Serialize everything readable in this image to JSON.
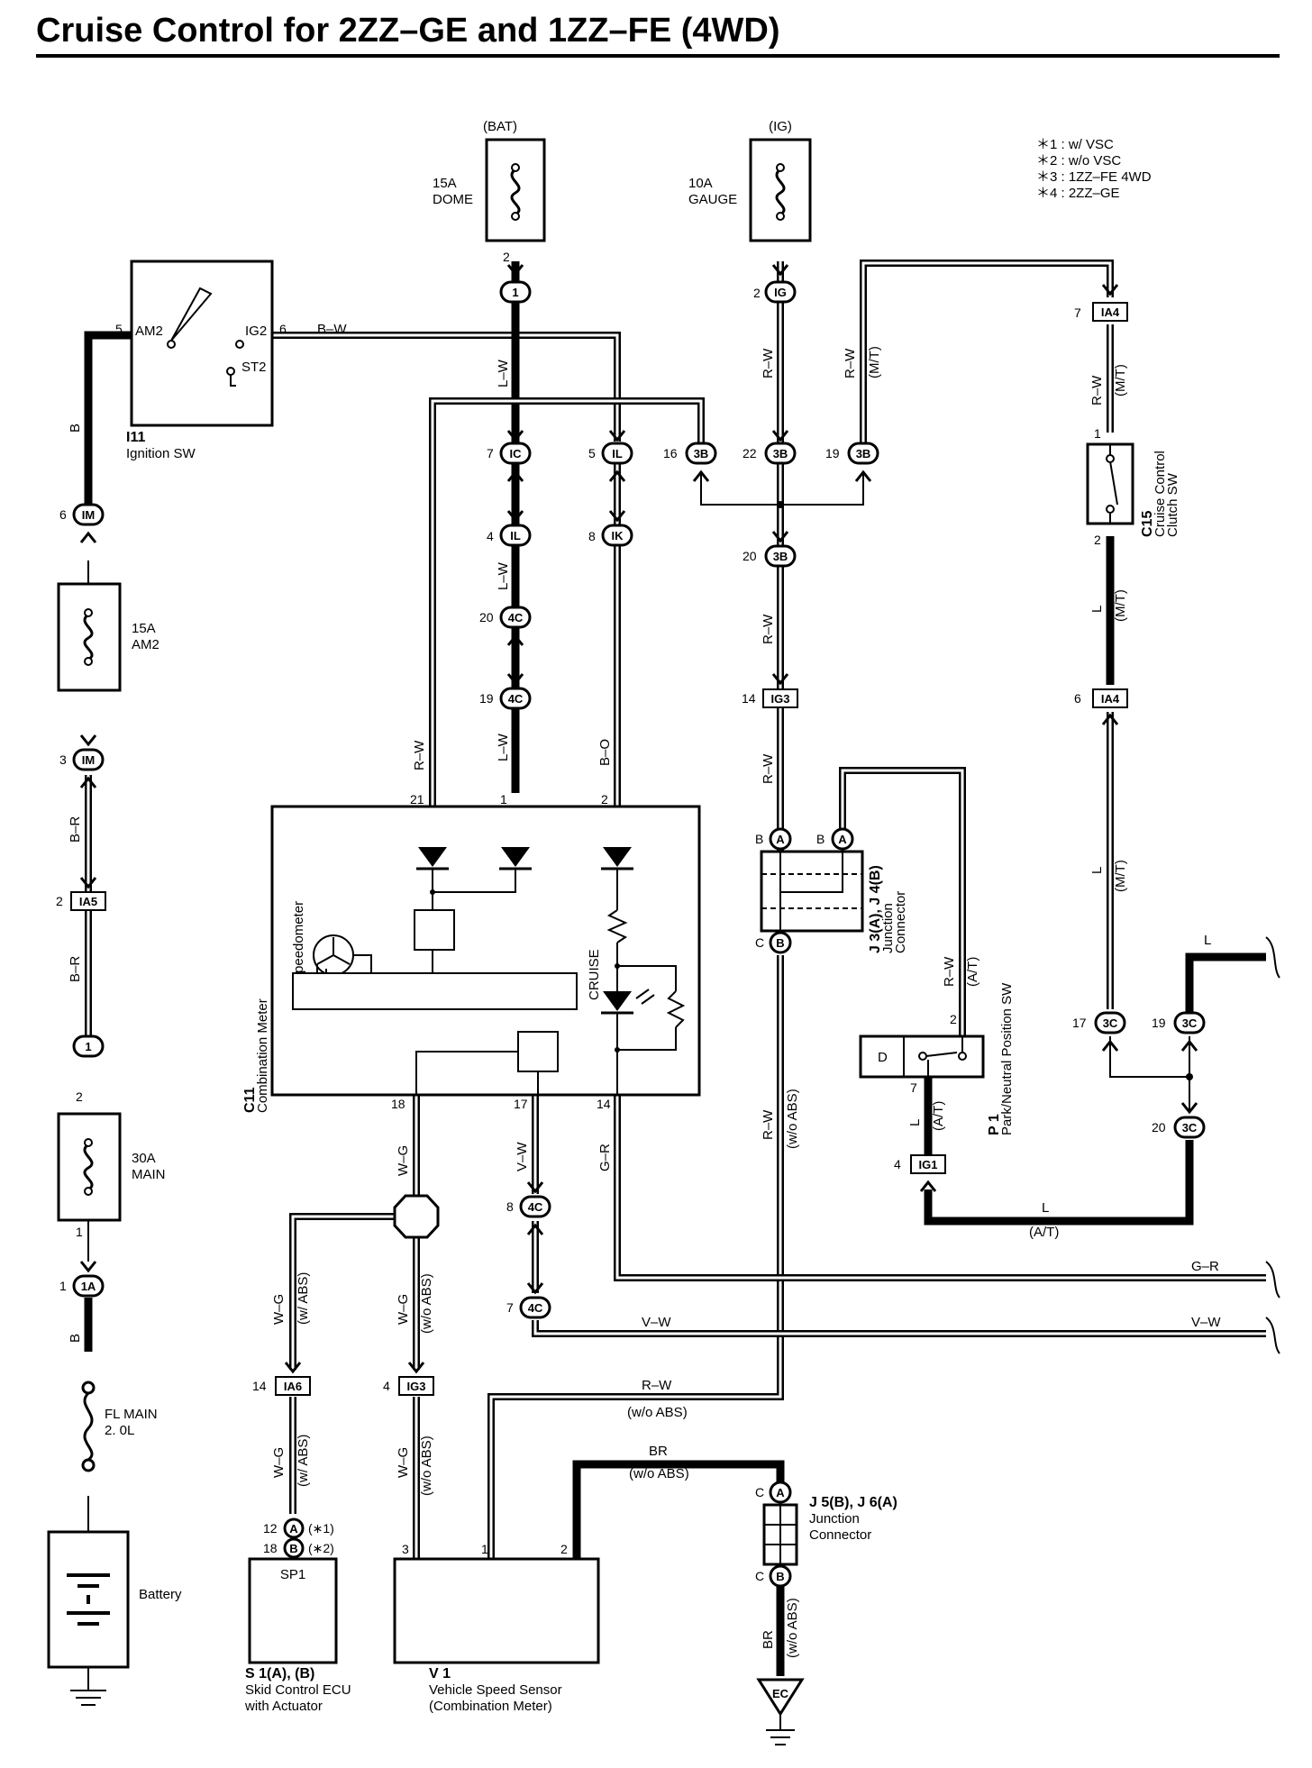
{
  "title": "Cruise Control for 2ZZ–GE and 1ZZ–FE (4WD)",
  "notes": [
    "＊1 : w/ VSC",
    "＊2 : w/o VSC",
    "＊3 : 1ZZ–FE 4WD",
    "＊4 : 2ZZ–GE"
  ],
  "power": {
    "bat": "(BAT)",
    "ig": "(IG)",
    "dome_fuse": [
      "15A",
      "DOME"
    ],
    "gauge_fuse": [
      "10A",
      "GAUGE"
    ],
    "am2_fuse": [
      "15A",
      "AM2"
    ],
    "main_fuse": [
      "30A",
      "MAIN"
    ],
    "fl_main": [
      "FL MAIN",
      "2. 0L"
    ],
    "battery": "Battery"
  },
  "ignition": {
    "code": "I11",
    "name": "Ignition SW",
    "am2": "AM2",
    "ig2": "IG2",
    "st2": "ST2"
  },
  "components": {
    "combination_meter": [
      "C11",
      "Combination Meter"
    ],
    "speedometer": "Speedometer",
    "cruise": "CRUISE",
    "clutch_sw": [
      "C15",
      "Cruise Control",
      "Clutch SW"
    ],
    "junction_j3": [
      "J 3(A), J 4(B)",
      "Junction",
      "Connector"
    ],
    "park_neutral": [
      "P 1",
      "Park/Neutral Position SW"
    ],
    "pns_d": "D",
    "junction_j5": [
      "J 5(B), J 6(A)",
      "Junction",
      "Connector"
    ],
    "skid_ecu": [
      "S 1(A), (B)",
      "Skid Control ECU",
      "with Actuator"
    ],
    "sp1": "SP1",
    "speed_sensor": [
      "V 1",
      "Vehicle Speed Sensor",
      "(Combination Meter)"
    ],
    "ground_ec": "EC"
  },
  "connectors": {
    "c1": "1",
    "ig": "IG",
    "ia4": "IA4",
    "ic": "IC",
    "il": "IL",
    "b3": "3B",
    "ik": "IK",
    "c4": "4C",
    "ig3": "IG3",
    "im": "IM",
    "ia5": "IA5",
    "a1": "1A",
    "c3": "3C",
    "ig1": "IG1",
    "ia6": "IA6",
    "a": "A",
    "b": "B",
    "c": "C"
  },
  "wires": {
    "b": "B",
    "bw": "B–W",
    "lw": "L–W",
    "rw": "R–W",
    "mt": "(M/T)",
    "at": "(A/T)",
    "br": "B–R",
    "bo": "B–O",
    "l": "L",
    "wg": "W–G",
    "vw": "V–W",
    "gr": "G–R",
    "wabs": "(w/ ABS)",
    "woabs": "(w/o ABS)",
    "brn": "BR",
    "r1": "(∗1)",
    "r2": "(∗2)"
  },
  "pins": {
    "p1": "1",
    "p2": "2",
    "p3": "3",
    "p4": "4",
    "p5": "5",
    "p6": "6",
    "p7": "7",
    "p8": "8",
    "p12": "12",
    "p14": "14",
    "p16": "16",
    "p17": "17",
    "p18": "18",
    "p19": "19",
    "p20": "20",
    "p21": "21",
    "p22": "22"
  }
}
